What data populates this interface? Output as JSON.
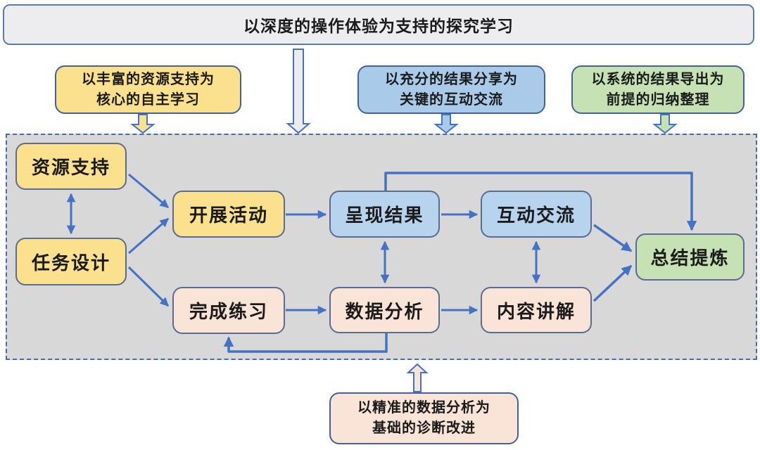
{
  "banner": {
    "label": "以深度的操作体验为支持的探究学习"
  },
  "callouts": {
    "autonomy": {
      "label": "以丰富的资源支持为\n核心的自主学习",
      "color": "#FBE08D"
    },
    "interaction": {
      "label": "以充分的结果分享为\n关键的互动交流",
      "color": "#A9CBE9"
    },
    "induction": {
      "label": "以系统的结果导出为\n前提的归纳整理",
      "color": "#C6E2B5"
    },
    "diagnosis": {
      "label": "以精准的数据分析为\n基础的诊断改进",
      "color": "#FAE4D8"
    }
  },
  "flow": {
    "nodes": {
      "resource_support": "资源支持",
      "task_design": "任务设计",
      "carry_out_activity": "开展活动",
      "complete_exercise": "完成练习",
      "present_results": "呈现结果",
      "data_analysis": "数据分析",
      "interactive_exchange": "互动交流",
      "content_explanation": "内容讲解",
      "summarize_refine": "总结提炼"
    },
    "edges": [
      {
        "from": "资源支持",
        "to": "任务设计",
        "style": "double-headed"
      },
      {
        "from": "资源支持",
        "to": "开展活动",
        "style": "arrow"
      },
      {
        "from": "任务设计",
        "to": "开展活动",
        "style": "arrow"
      },
      {
        "from": "任务设计",
        "to": "完成练习",
        "style": "arrow"
      },
      {
        "from": "开展活动",
        "to": "呈现结果",
        "style": "arrow"
      },
      {
        "from": "呈现结果",
        "to": "互动交流",
        "style": "arrow"
      },
      {
        "from": "呈现结果",
        "to": "数据分析",
        "style": "double-headed"
      },
      {
        "from": "完成练习",
        "to": "数据分析",
        "style": "arrow"
      },
      {
        "from": "数据分析",
        "to": "内容讲解",
        "style": "arrow"
      },
      {
        "from": "互动交流",
        "to": "内容讲解",
        "style": "double-headed"
      },
      {
        "from": "互动交流",
        "to": "总结提炼",
        "style": "arrow"
      },
      {
        "from": "内容讲解",
        "to": "总结提炼",
        "style": "arrow"
      },
      {
        "from": "呈现结果",
        "to": "总结提炼",
        "style": "elbow-over-top"
      },
      {
        "from": "数据分析",
        "to": "完成练习",
        "style": "elbow-under-bottom"
      }
    ],
    "block_arrows": [
      {
        "from": "banner",
        "to": "panel",
        "direction": "down",
        "fill": "#EDEDEF"
      },
      {
        "from": "callout-autonomy",
        "to": "panel",
        "direction": "down",
        "fill": "#FBE08D"
      },
      {
        "from": "callout-interaction",
        "to": "panel",
        "direction": "down",
        "fill": "#A9CBE9"
      },
      {
        "from": "callout-induction",
        "to": "panel",
        "direction": "down",
        "fill": "#C6E2B5"
      },
      {
        "from": "callout-diagnosis",
        "to": "panel",
        "direction": "up",
        "fill": "#FAE4D8"
      }
    ]
  },
  "colors": {
    "node_yellow": "#FBE08D",
    "node_blue": "#B7D3ED",
    "node_pink": "#FAE4D8",
    "node_green": "#C6E2B5",
    "panel_gray": "#D8D8D8",
    "banner_fill": "#EDEDEF",
    "connector_blue": "#4472C4",
    "node_border": "#5B6C92",
    "panel_border_dashed": "#4A6BA6"
  }
}
